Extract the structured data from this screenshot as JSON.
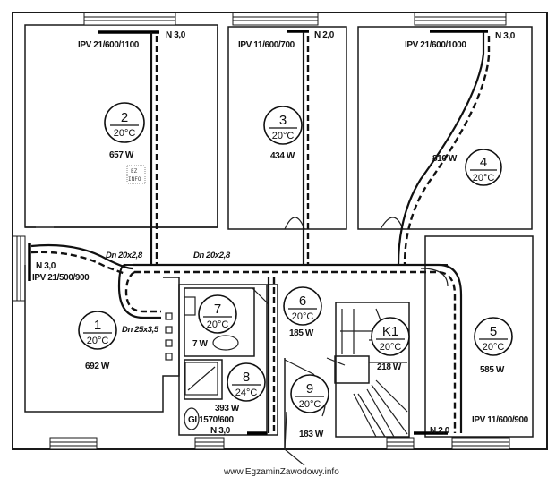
{
  "rooms": [
    {
      "number": "1",
      "temp": "20°C",
      "heat_load": "692 W"
    },
    {
      "number": "2",
      "temp": "20°C",
      "heat_load": "657 W"
    },
    {
      "number": "3",
      "temp": "20°C",
      "heat_load": "434 W"
    },
    {
      "number": "4",
      "temp": "20°C",
      "heat_load": "810 W"
    },
    {
      "number": "5",
      "temp": "20°C",
      "heat_load": "585 W"
    },
    {
      "number": "6",
      "temp": "20°C",
      "heat_load": "185 W"
    },
    {
      "number": "7",
      "temp": "20°C",
      "heat_load": "7 W"
    },
    {
      "number": "8",
      "temp": "24°C",
      "heat_load": "393 W"
    },
    {
      "number": "9",
      "temp": "20°C",
      "heat_load": "183 W"
    },
    {
      "number": "K1",
      "temp": "20°C",
      "heat_load": "218 W"
    }
  ],
  "radiators": [
    {
      "type": "IPV 21/600/1100",
      "valve": "N 3,0"
    },
    {
      "type": "IPV 11/600/700",
      "valve": "N 2,0"
    },
    {
      "type": "IPV 21/600/1000",
      "valve": "N 3,0"
    },
    {
      "type": "IPV 21/500/900",
      "valve": "N 3,0"
    },
    {
      "type": "IPV 11/600/900",
      "valve": "N 2,0"
    },
    {
      "type": "GI 1570/600",
      "valve": "N 3,0"
    }
  ],
  "pipes": [
    {
      "label": "Dn 20x2,8"
    },
    {
      "label": "Dn 20x2,8"
    },
    {
      "label": "Dn 25x3,5"
    }
  ],
  "logo": {
    "line1": "EZ",
    "line2": "INFO"
  },
  "watermark": "www.EgzaminZawodowy.info"
}
